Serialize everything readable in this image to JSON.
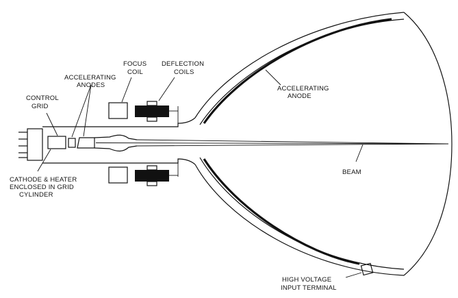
{
  "labels": {
    "focus_coil_1": "FOCUS",
    "focus_coil_2": "COIL",
    "deflection_1": "DEFLECTION",
    "deflection_2": "COILS",
    "accel_anodes_1": "ACCELERATING",
    "accel_anodes_2": "ANODES",
    "control_grid_1": "CONTROL",
    "control_grid_2": "GRID",
    "accel_anode_1": "ACCELERATING",
    "accel_anode_2": "ANODE",
    "beam": "BEAM",
    "cathode_1": "CATHODE & HEATER",
    "cathode_2": "ENCLOSED IN GRID",
    "cathode_3": "CYLINDER",
    "hv_1": "HIGH VOLTAGE",
    "hv_2": "INPUT TERMINAL"
  }
}
